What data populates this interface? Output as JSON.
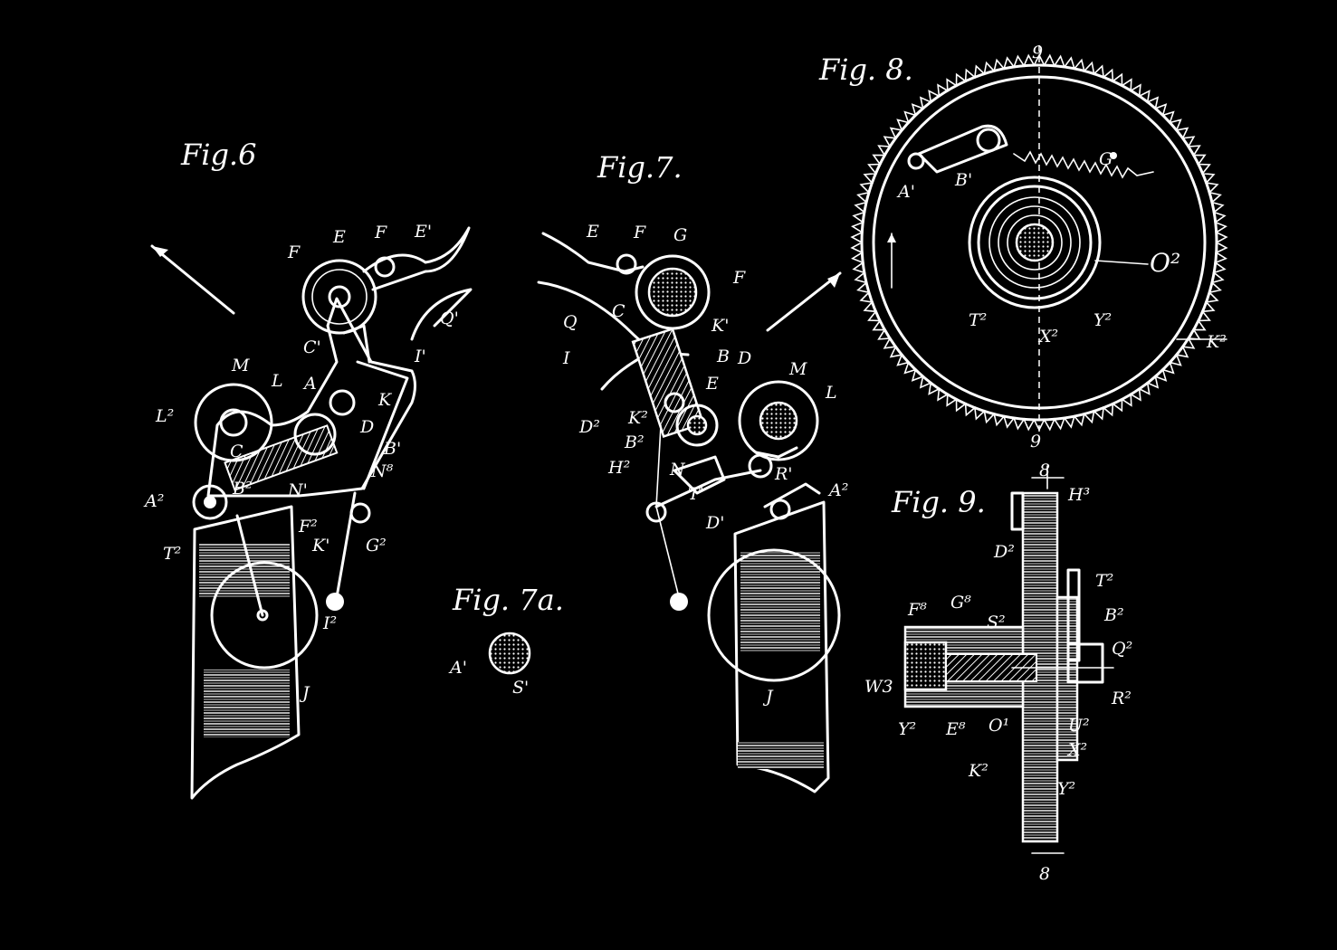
{
  "figures": {
    "fig6": {
      "title": "Fig.6",
      "labels": [
        "F",
        "E",
        "F",
        "E'",
        "Q'",
        "C'",
        "M",
        "L",
        "A",
        "I'",
        "L²",
        "C",
        "K",
        "D",
        "B'",
        "A²",
        "B²",
        "N⁸",
        "N'",
        "F²",
        "T²",
        "K'",
        "G²",
        "J",
        "I²"
      ]
    },
    "fig7": {
      "title": "Fig.7.",
      "labels": [
        "E",
        "F",
        "G",
        "F",
        "Q",
        "C",
        "K'",
        "I",
        "B",
        "D",
        "E",
        "M",
        "L",
        "D²",
        "K²",
        "B²",
        "H²",
        "N",
        "T'",
        "R'",
        "A²",
        "D'",
        "J"
      ]
    },
    "fig7a": {
      "title": "Fig. 7a.",
      "labels": [
        "A'",
        "S'"
      ]
    },
    "fig8": {
      "title": "Fig. 8.",
      "labels": [
        "9",
        "A'",
        "B'",
        "G",
        "O²",
        "T²",
        "X²",
        "Y²",
        "K²",
        "9"
      ]
    },
    "fig9": {
      "title": "Fig. 9.",
      "labels": [
        "8",
        "H³",
        "D²",
        "T²",
        "B²",
        "F⁸",
        "G⁸",
        "S²",
        "Q²",
        "W3",
        "R²",
        "Y²",
        "E⁸",
        "O¹",
        "U²",
        "X²",
        "K²",
        "Y²",
        "8"
      ]
    }
  },
  "colors": {
    "background": "#000000",
    "ink": "#ffffff"
  }
}
